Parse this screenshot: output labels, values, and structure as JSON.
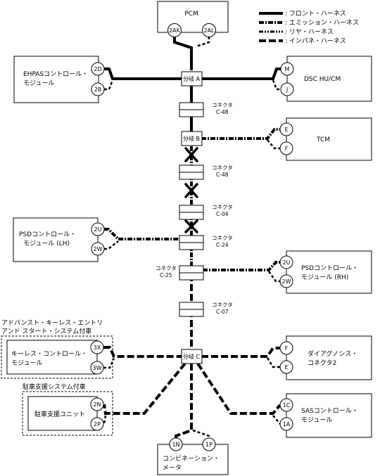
{
  "legend": [
    {
      "text": ": フロント・ハーネス",
      "style": "front"
    },
    {
      "text": ": エミッション・ハーネス",
      "style": "emission"
    },
    {
      "text": ": リヤ・ハーネス",
      "style": "rear"
    },
    {
      "text": ": インパネ・ハーネス",
      "style": "inpane"
    }
  ],
  "modules": {
    "pcm": {
      "label": "PCM",
      "pins": [
        "2AK",
        "2AL"
      ]
    },
    "ehpas": {
      "label_lines": [
        "EHPASコントロール・",
        "モジュール"
      ],
      "pins": [
        "2D",
        "2B"
      ]
    },
    "dsc": {
      "label": "DSC HU/CM",
      "pins": [
        "M",
        "J"
      ]
    },
    "tcm": {
      "label": "TCM",
      "pins": [
        "E",
        "F"
      ]
    },
    "psd_lh": {
      "label_lines": [
        "PSDコントロール・",
        "モジュール (LH)"
      ],
      "pins": [
        "2U",
        "2W"
      ]
    },
    "psd_rh": {
      "label_lines": [
        "PSDコントロール・",
        "モジュール (RH)"
      ],
      "pins": [
        "2U",
        "2W"
      ]
    },
    "keyless": {
      "label_lines": [
        "キーレス・コントロール・",
        "モジュール"
      ],
      "pins": [
        "3X",
        "3W"
      ],
      "group_label_lines": [
        "アドバンスト・キーレス・エントリ",
        "アンド スタート・システム付車"
      ]
    },
    "diag": {
      "label_lines": [
        "ダイアグノシス・",
        "コネクタ2"
      ],
      "pins": [
        "F",
        "E"
      ]
    },
    "parking": {
      "label": "駐車支援ユニット",
      "pins": [
        "2N",
        "2P"
      ],
      "group_label": "駐車支援システム付車"
    },
    "sas": {
      "label_lines": [
        "SASコントロール・",
        "モジュール"
      ],
      "pins": [
        "1C",
        "1A"
      ]
    },
    "combi": {
      "label_lines": [
        "コンビネーション・",
        "メータ"
      ],
      "pins": [
        "1N",
        "1P"
      ]
    }
  },
  "junctions": {
    "a": "分岐 A",
    "b": "分岐 B",
    "c": "分岐 C"
  },
  "connectors": [
    {
      "word": "コネクタ",
      "code": "C-48"
    },
    {
      "word": "コネクタ",
      "code": "C-48"
    },
    {
      "word": "コネクタ",
      "code": "C-04"
    },
    {
      "word": "コネクタ",
      "code": "C-24"
    },
    {
      "word": "コネクタ",
      "code": "C-25"
    },
    {
      "word": "コネクタ",
      "code": "C-07"
    }
  ]
}
